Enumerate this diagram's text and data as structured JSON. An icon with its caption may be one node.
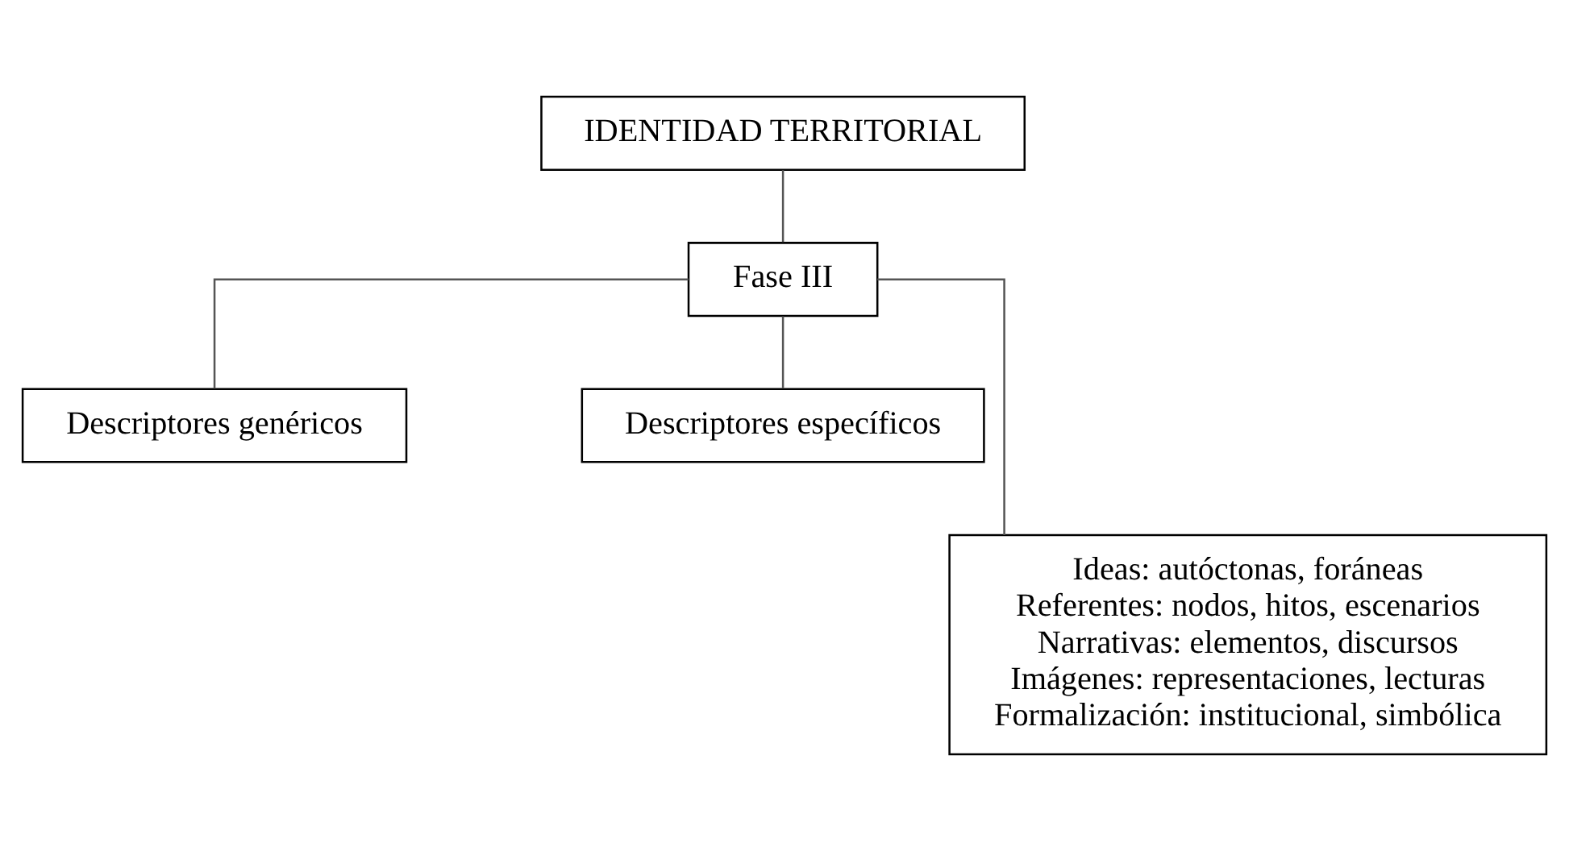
{
  "diagram": {
    "nodes": [
      {
        "text": [
          "IDENTIDAD TERRITORIAL"
        ]
      },
      {
        "text": [
          "Fase III"
        ]
      },
      {
        "text": [
          "Descriptores genéricos"
        ]
      },
      {
        "text": [
          "Descriptores específicos"
        ]
      },
      {
        "text": [
          "Ideas: autóctonas, foráneas",
          "Referentes: nodos, hitos, escenarios",
          "Narrativas: elementos, discursos",
          "Imágenes: representaciones, lecturas",
          "Formalización: institucional, simbólica"
        ]
      }
    ],
    "edges": [
      {
        "from": 0,
        "to": 1,
        "arrow": "none"
      },
      {
        "from": 1,
        "to": 2,
        "arrow": "none"
      },
      {
        "from": 1,
        "to": 3,
        "arrow": "none"
      },
      {
        "from": 1,
        "to": 4,
        "arrow": "none"
      }
    ]
  }
}
